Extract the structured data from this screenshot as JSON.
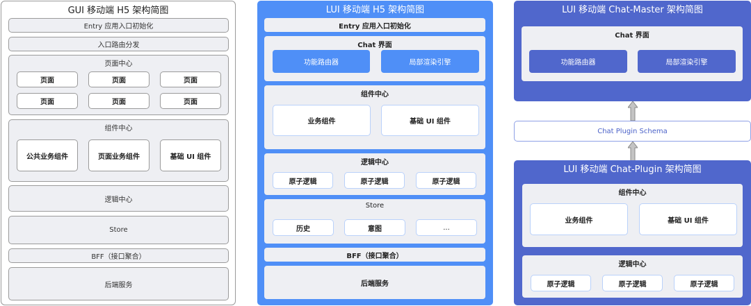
{
  "gui_panel": {
    "title": "GUI 移动端 H5 架构简图",
    "entry": "Entry 应用入口初始化",
    "router": "入口路由分发",
    "page_center": {
      "title": "页面中心",
      "pages": [
        "页面",
        "页面",
        "页面",
        "页面",
        "页面",
        "页面"
      ]
    },
    "component_center": {
      "title": "组件中心",
      "items": [
        "公共业务组件",
        "页面业务组件",
        "基础 UI 组件"
      ]
    },
    "logic_center": "逻辑中心",
    "store": "Store",
    "bff": "BFF（接口聚合）",
    "backend": "后端服务"
  },
  "lui_h5_panel": {
    "title": "LUI 移动端 H5 架构简图",
    "entry": "Entry 应用入口初始化",
    "chat_ui": {
      "title": "Chat 界面",
      "items": [
        "功能路由器",
        "局部渲染引擎"
      ]
    },
    "component_center": {
      "title": "组件中心",
      "items": [
        "业务组件",
        "基础 UI 组件"
      ]
    },
    "logic_center": {
      "title": "逻辑中心",
      "items": [
        "原子逻辑",
        "原子逻辑",
        "原子逻辑"
      ]
    },
    "store": {
      "title": "Store",
      "items": [
        "历史",
        "意图",
        "..."
      ]
    },
    "bff": "BFF（接口聚合）",
    "backend": "后端服务"
  },
  "chat_master_panel": {
    "title": "LUI 移动端 Chat-Master 架构简图",
    "chat_ui": {
      "title": "Chat 界面",
      "items": [
        "功能路由器",
        "局部渲染引擎"
      ]
    }
  },
  "schema": {
    "label": "Chat Plugin Schema"
  },
  "chat_plugin_panel": {
    "title": "LUI 移动端 Chat-Plugin 架构简图",
    "component_center": {
      "title": "组件中心",
      "items": [
        "业务组件",
        "基础 UI 组件"
      ]
    },
    "logic_center": {
      "title": "逻辑中心",
      "items": [
        "原子逻辑",
        "原子逻辑",
        "原子逻辑"
      ]
    }
  },
  "colors": {
    "gui_fill": "#eeeff3",
    "gui_border": "#9a9a9a",
    "lui_blue": "#4f8ff7",
    "master_blue": "#5067cc",
    "card_border": "#b9d1fa",
    "schema_text": "#4b62c8",
    "arrow_fill": "#c4c4c4"
  }
}
